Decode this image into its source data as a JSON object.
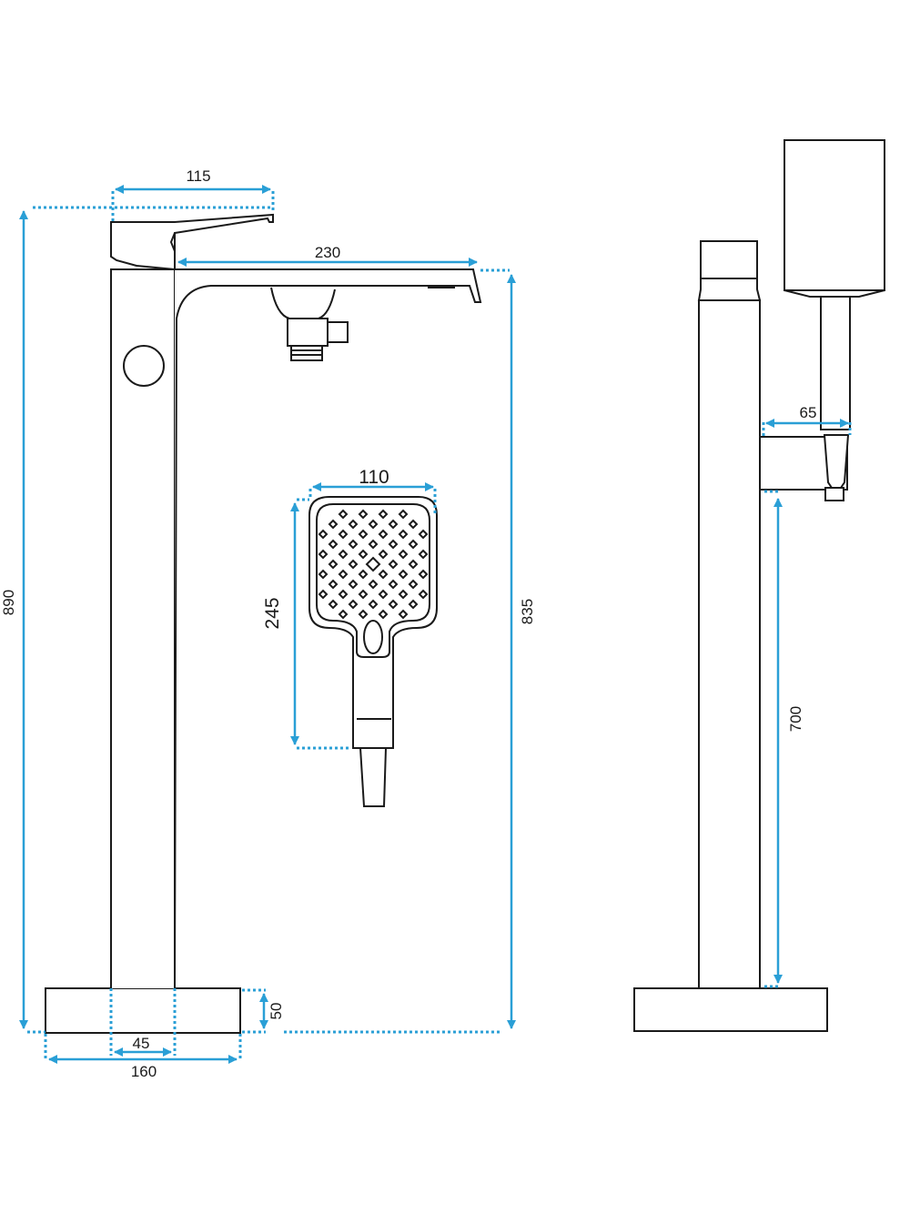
{
  "diagram": {
    "accent_color": "#2a9fd6",
    "line_color": "#1a1a1a",
    "dimensions": {
      "lever_length": "115",
      "spout_reach": "230",
      "total_height": "890",
      "spout_height": "835",
      "handshower_width": "110",
      "handshower_length": "245",
      "base_height": "50",
      "column_width": "45",
      "base_width": "160",
      "holder_depth": "65",
      "holder_height": "700"
    }
  }
}
